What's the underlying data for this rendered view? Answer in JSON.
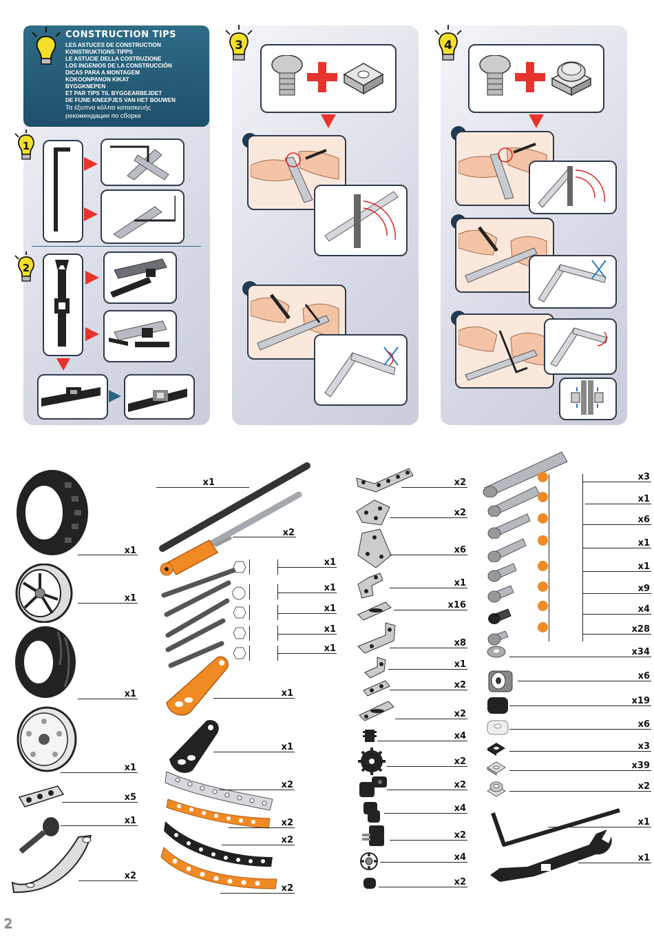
{
  "tips": {
    "title": "CONSTRUCTION TIPS",
    "lines": [
      "LES ASTUCES DE CONSTRUCTION",
      "KONSTRUKTIONS-TIPPS",
      "LE ASTUCIE DELLA COSTRUZIONE",
      "LOS INGENIOS DE LA CONSTRUCCIÓN",
      "DICAS PARA A MONTAGEM",
      "KOKOONPANON KIKAT",
      "BYGGKNEPEN",
      "ET PAR TIPS TIL BYGGEARBEJDET",
      "DE FIJNE KNEEPJES VAN HET BOUWEN"
    ],
    "line_greek": "Τα έξυπνα κόλπα κατασκευής",
    "line_russian": "рекомендации по сборке"
  },
  "steps": {
    "s1": "1",
    "s2": "2",
    "s3": "3",
    "s4": "4"
  },
  "colors": {
    "accent_red": "#e8332c",
    "panel_blue": "#2a6582",
    "bulb_yellow": "#f4e02a",
    "orange": "#f08a24"
  },
  "parts": {
    "col1": [
      "x1",
      "x1",
      "x1",
      "x1",
      "x5",
      "x1",
      "x2"
    ],
    "col2": [
      "x1",
      "x2",
      "x1",
      "x1",
      "x1",
      "x1",
      "x1",
      "x1",
      "x1",
      "x2",
      "x2",
      "x2",
      "x2"
    ],
    "col3": [
      "x2",
      "x2",
      "x6",
      "x1",
      "x16",
      "x8",
      "x1",
      "x2",
      "x2",
      "x4",
      "x2",
      "x2",
      "x4",
      "x2",
      "x4",
      "x2"
    ],
    "col4": [
      "x3",
      "x1",
      "x6",
      "x1",
      "x1",
      "x9",
      "x4",
      "x28",
      "x34",
      "x6",
      "x19",
      "x6",
      "x3",
      "x39",
      "x2",
      "x1",
      "x1"
    ]
  },
  "page_number": "2"
}
